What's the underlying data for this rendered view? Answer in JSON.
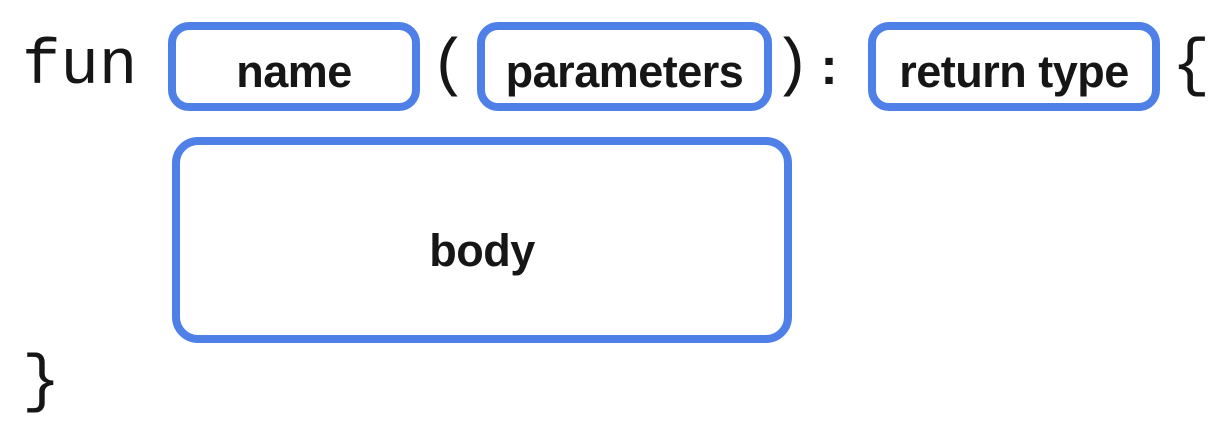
{
  "diagram": {
    "keyword": "fun",
    "punctuation": {
      "open_paren": "(",
      "close_paren": ")",
      "colon": ":",
      "open_brace": "{",
      "close_brace": "}"
    },
    "placeholders": {
      "name": "name",
      "parameters": "parameters",
      "return_type": "return type",
      "body": "body"
    },
    "colors": {
      "box_border": "#4e80e8",
      "box_fill": "#ffffff",
      "text": "#161616",
      "background": "#ffffff"
    }
  }
}
